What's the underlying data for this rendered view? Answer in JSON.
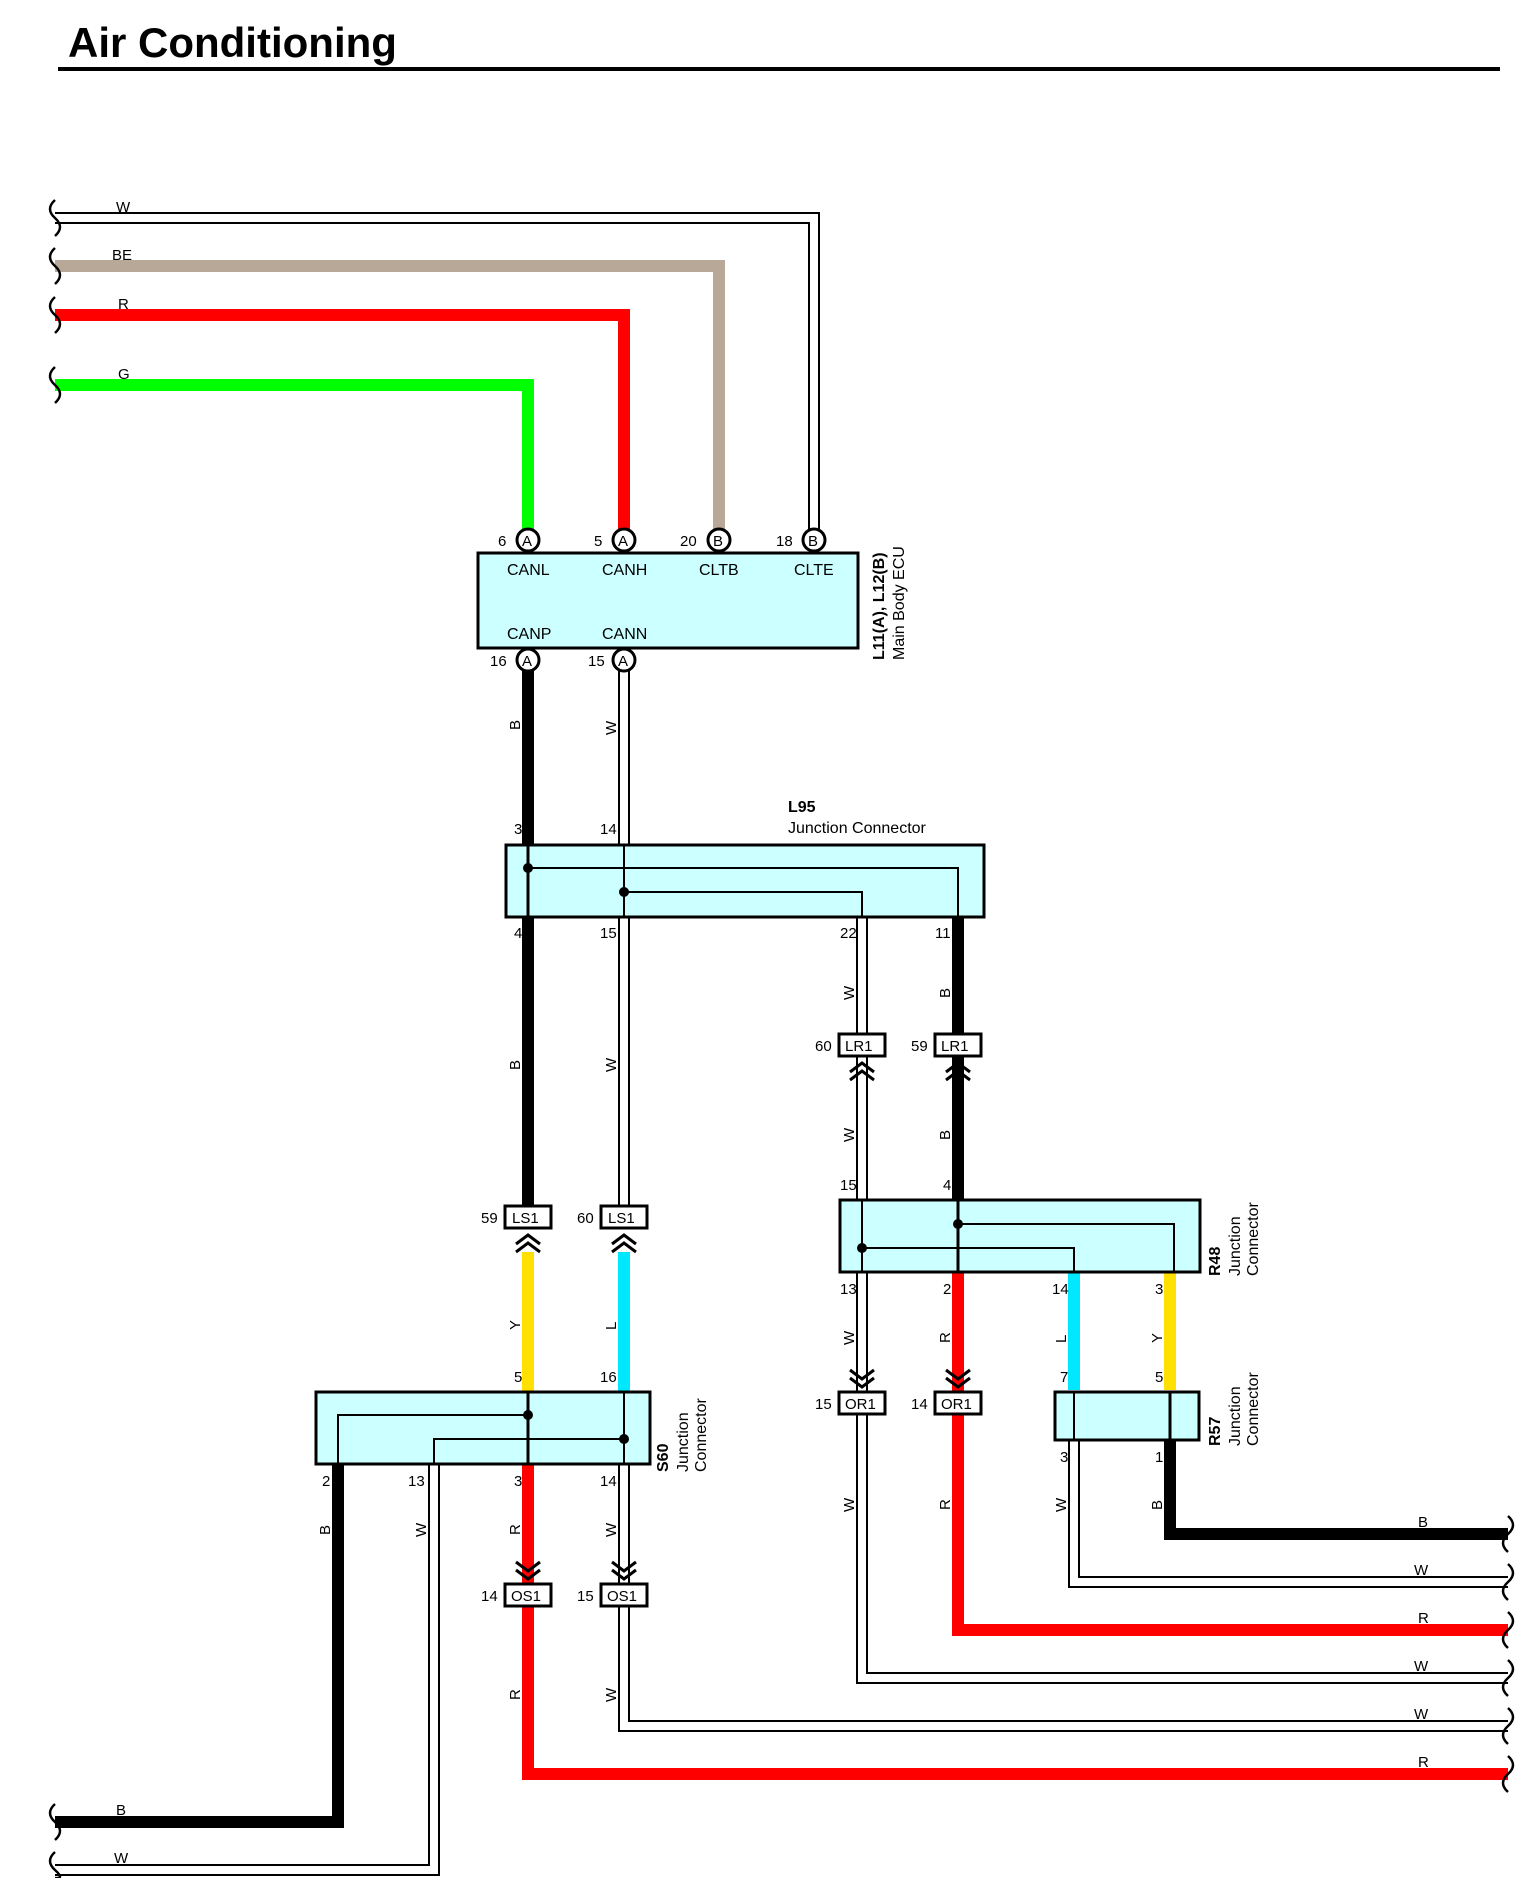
{
  "page": {
    "title": "Air Conditioning"
  },
  "colors": {
    "B": "#000000",
    "W": "#ffffff",
    "BE": "#b8a898",
    "R": "#ff0000",
    "G": "#00ff00",
    "Y": "#ffe000",
    "L": "#00e8ff",
    "box_fill": "#ccffff"
  },
  "wire_codes": {
    "w_top": "W",
    "be_top": "BE",
    "r_top": "R",
    "g_top": "G",
    "b_canp": "B",
    "w_cann": "W",
    "b_l95_4": "B",
    "w_l95_15": "W",
    "w_l95_22": "W",
    "b_l95_11": "B",
    "w_lr1_60": "W",
    "b_lr1_59": "B",
    "y_ls1": "Y",
    "l_ls1": "L",
    "w_r48_13": "W",
    "r_r48_2": "R",
    "l_r48_14": "L",
    "y_r48_3": "Y",
    "w_or1_15": "W",
    "r_or1_14": "R",
    "w_r57_3": "W",
    "b_r57_1": "B",
    "b_s60_2": "B",
    "w_s60_13": "W",
    "r_s60_3": "R",
    "w_s60_14": "W",
    "r_os1": "R",
    "w_os1": "W",
    "right_1": "B",
    "right_2": "W",
    "right_3": "R",
    "right_4": "W",
    "right_5": "W",
    "right_6": "R",
    "left_b": "B",
    "left_w": "W"
  },
  "ecu": {
    "id": "L11(A), L12(B)",
    "name": "Main Body ECU",
    "top_pins": [
      {
        "pin": "6",
        "conn": "A",
        "signal": "CANL"
      },
      {
        "pin": "5",
        "conn": "A",
        "signal": "CANH"
      },
      {
        "pin": "20",
        "conn": "B",
        "signal": "CLTB"
      },
      {
        "pin": "18",
        "conn": "B",
        "signal": "CLTE"
      }
    ],
    "bottom_pins": [
      {
        "pin": "16",
        "conn": "A",
        "signal": "CANP"
      },
      {
        "pin": "15",
        "conn": "A",
        "signal": "CANN"
      }
    ]
  },
  "l95": {
    "id": "L95",
    "name": "Junction Connector",
    "pins": {
      "p3": "3",
      "p14": "14",
      "p4": "4",
      "p15": "15",
      "p22": "22",
      "p11": "11"
    }
  },
  "r48": {
    "id": "R48",
    "name1": "Junction",
    "name2": "Connector",
    "pins": {
      "p15": "15",
      "p4": "4",
      "p13": "13",
      "p2": "2",
      "p14": "14",
      "p3": "3"
    }
  },
  "r57": {
    "id": "R57",
    "name1": "Junction",
    "name2": "Connector",
    "pins": {
      "p7": "7",
      "p5": "5",
      "p3": "3",
      "p1": "1"
    }
  },
  "s60": {
    "id": "S60",
    "name1": "Junction",
    "name2": "Connector",
    "pins": {
      "p5": "5",
      "p16": "16",
      "p2": "2",
      "p13": "13",
      "p3": "3",
      "p14": "14"
    }
  },
  "inline_connectors": {
    "lr1_60": {
      "pin": "60",
      "name": "LR1"
    },
    "lr1_59": {
      "pin": "59",
      "name": "LR1"
    },
    "ls1_59": {
      "pin": "59",
      "name": "LS1"
    },
    "ls1_60": {
      "pin": "60",
      "name": "LS1"
    },
    "or1_15": {
      "pin": "15",
      "name": "OR1"
    },
    "or1_14": {
      "pin": "14",
      "name": "OR1"
    },
    "os1_14": {
      "pin": "14",
      "name": "OS1"
    },
    "os1_15": {
      "pin": "15",
      "name": "OS1"
    }
  }
}
